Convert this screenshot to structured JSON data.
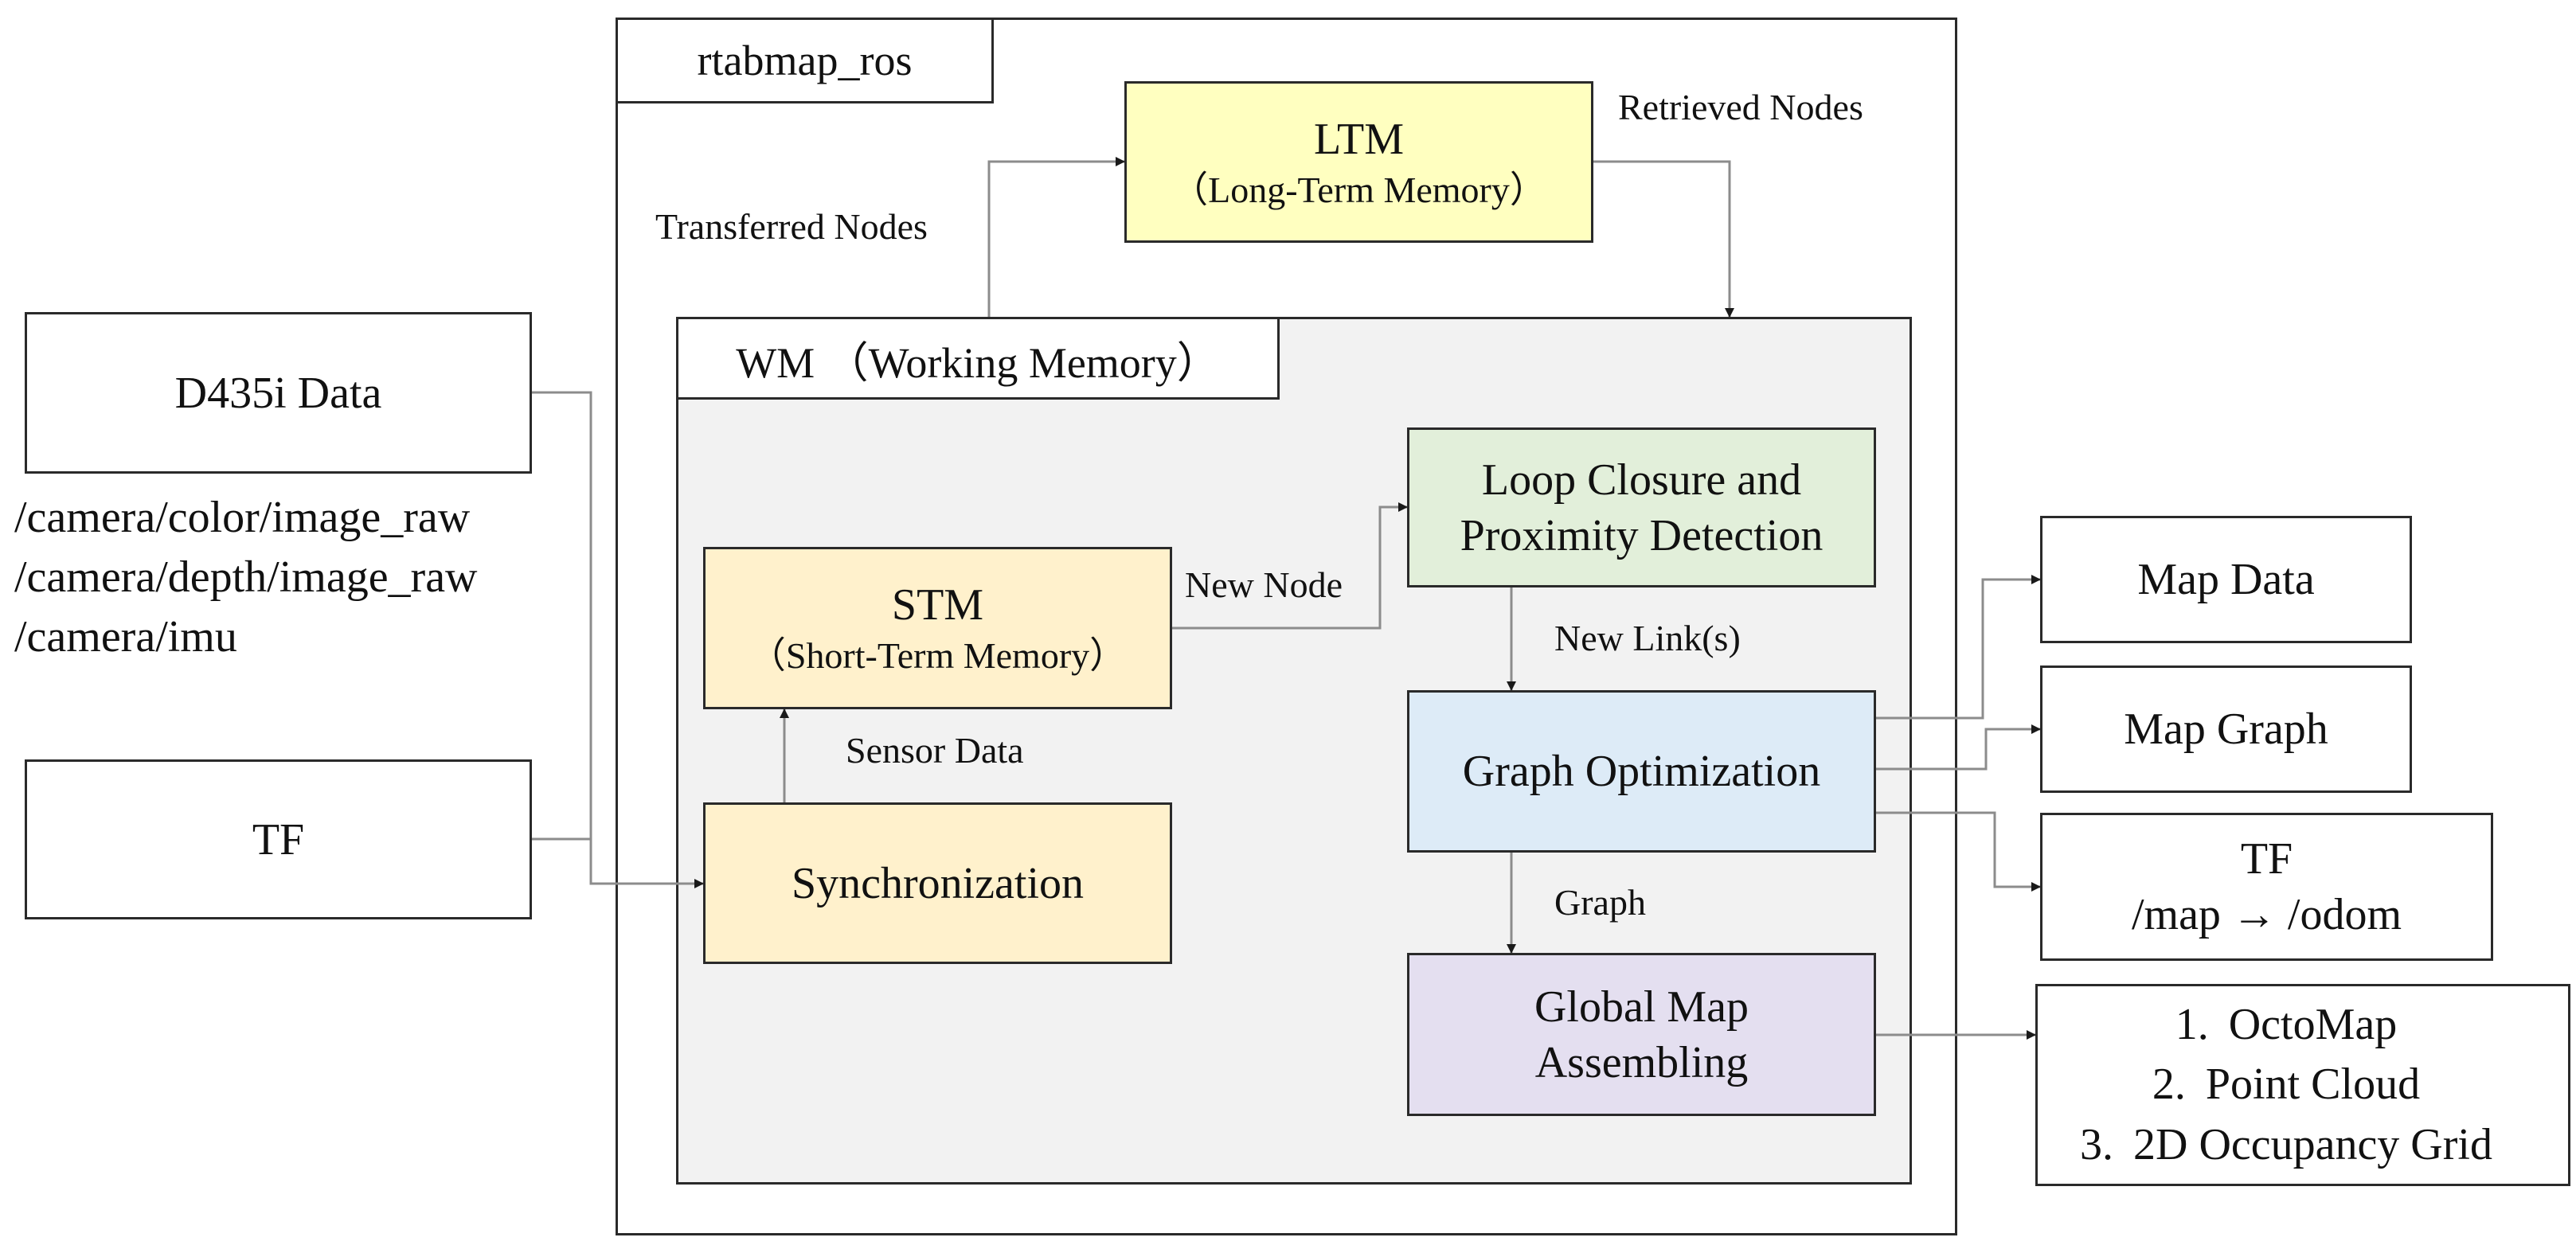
{
  "inputs": {
    "d435i": {
      "title": "D435i Data",
      "topics": [
        "/camera/color/image_raw",
        "/camera/depth/image_raw",
        "/camera/imu"
      ]
    },
    "tf": {
      "title": "TF"
    }
  },
  "container": {
    "title": "rtabmap_ros",
    "ltm": {
      "title": "LTM",
      "subtitle": "（Long-Term Memory）"
    },
    "wm": {
      "title": "WM （Working Memory）",
      "stm": {
        "title": "STM",
        "subtitle": "（Short-Term Memory）"
      },
      "sync": {
        "title": "Synchronization"
      },
      "loop": {
        "line1": "Loop Closure and",
        "line2": "Proximity Detection"
      },
      "graph_opt": {
        "title": "Graph Optimization"
      },
      "global_map": {
        "line1": "Global Map",
        "line2": "Assembling"
      }
    }
  },
  "edge_labels": {
    "transferred": "Transferred Nodes",
    "retrieved": "Retrieved Nodes",
    "new_node": "New Node",
    "new_links": "New Link(s)",
    "sensor_data": "Sensor Data",
    "graph": "Graph"
  },
  "outputs": {
    "map_data": "Map Data",
    "map_graph": "Map Graph",
    "tf": {
      "line1": "TF",
      "line2": "/map → /odom"
    },
    "maps": [
      {
        "num": "1.",
        "label": "OctoMap"
      },
      {
        "num": "2.",
        "label": "Point Cloud"
      },
      {
        "num": "3.",
        "label": "2D Occupancy Grid"
      }
    ]
  },
  "colors": {
    "ltm": "#ffffc0",
    "wm": "#f2f2f2",
    "stm_sync": "#fff1cc",
    "loop": "#e2efda",
    "graph_opt": "#ddebf7",
    "global_map": "#e4dff0",
    "line": "#8c8c8c",
    "border": "#2a2a2a"
  }
}
